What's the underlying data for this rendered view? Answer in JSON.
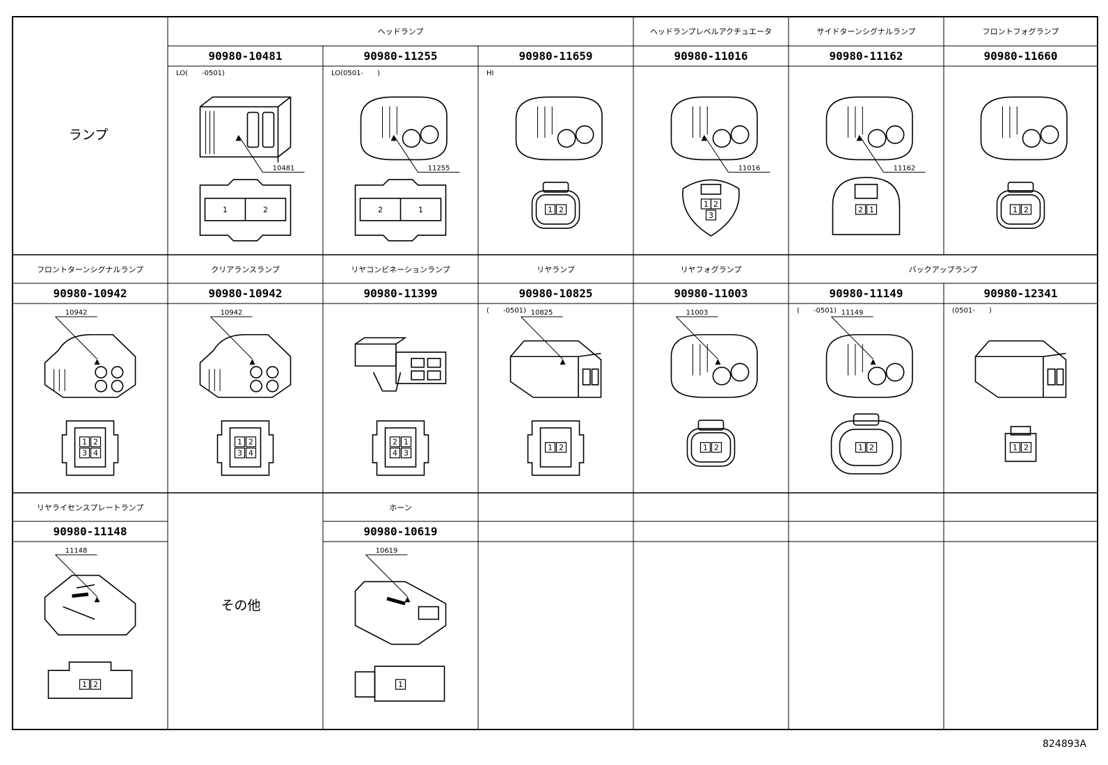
{
  "category_lamp": "ランプ",
  "category_other": "その他",
  "reference_number": "824893A",
  "rows": [
    [
      {
        "name": "ヘッドランプ",
        "parts": [
          "90980-10481",
          "90980-11255",
          "90980-11659"
        ],
        "notes": [
          "LO(　　-0501)",
          "LO(0501-　　)",
          "HI"
        ],
        "callouts": [
          "10481",
          "11255",
          ""
        ],
        "pins": [
          [
            "1",
            "2"
          ],
          [
            "2",
            "1"
          ],
          [
            "1",
            "2"
          ]
        ]
      },
      {
        "name": "ヘッドランプレベルアクチュエータ",
        "parts": [
          "90980-11016"
        ],
        "notes": [
          ""
        ],
        "callouts": [
          "11016"
        ],
        "pins": [
          [
            "1",
            "2",
            "3"
          ]
        ]
      },
      {
        "name": "サイドターンシグナルランプ",
        "parts": [
          "90980-11162"
        ],
        "notes": [
          ""
        ],
        "callouts": [
          "11162"
        ],
        "pins": [
          [
            "2",
            "1"
          ]
        ]
      },
      {
        "name": "フロントフォグランプ",
        "parts": [
          "90980-11660"
        ],
        "notes": [
          ""
        ],
        "callouts": [
          ""
        ],
        "pins": [
          [
            "1",
            "2"
          ]
        ]
      }
    ],
    [
      {
        "name": "フロントターンシグナルランプ",
        "parts": [
          "90980-10942"
        ],
        "notes": [
          ""
        ],
        "callouts": [
          "10942"
        ],
        "pins": [
          [
            "1",
            "2",
            "3",
            "4"
          ]
        ]
      },
      {
        "name": "クリアランスランプ",
        "parts": [
          "90980-10942"
        ],
        "notes": [
          ""
        ],
        "callouts": [
          "10942"
        ],
        "pins": [
          [
            "1",
            "2",
            "3",
            "4"
          ]
        ]
      },
      {
        "name": "リヤコンビネーションランプ",
        "parts": [
          "90980-11399"
        ],
        "notes": [
          ""
        ],
        "callouts": [
          ""
        ],
        "pins": [
          [
            "2",
            "1",
            "4",
            "3"
          ]
        ]
      },
      {
        "name": "リヤランプ",
        "parts": [
          "90980-10825"
        ],
        "notes": [
          "(　　-0501)"
        ],
        "callouts": [
          "10825"
        ],
        "pins": [
          [
            "1",
            "2"
          ]
        ]
      },
      {
        "name": "リヤフォグランプ",
        "parts": [
          "90980-11003"
        ],
        "notes": [
          ""
        ],
        "callouts": [
          "11003"
        ],
        "pins": [
          [
            "1",
            "2"
          ]
        ]
      },
      {
        "name": "バックアップランプ",
        "parts": [
          "90980-11149",
          "90980-12341"
        ],
        "notes": [
          "(　　-0501)",
          "(0501-　　)"
        ],
        "callouts": [
          "11149",
          ""
        ],
        "pins": [
          [
            "1",
            "2"
          ],
          [
            "1",
            "2"
          ]
        ]
      }
    ],
    [
      {
        "name": "リヤライセンスプレートランプ",
        "parts": [
          "90980-11148"
        ],
        "notes": [
          ""
        ],
        "callouts": [
          "11148"
        ],
        "pins": [
          [
            "1",
            "2"
          ]
        ]
      },
      {
        "name": "ホーン",
        "parts": [
          "90980-10619"
        ],
        "notes": [
          ""
        ],
        "callouts": [
          "10619"
        ],
        "pins": [
          [
            "1"
          ]
        ]
      }
    ]
  ]
}
